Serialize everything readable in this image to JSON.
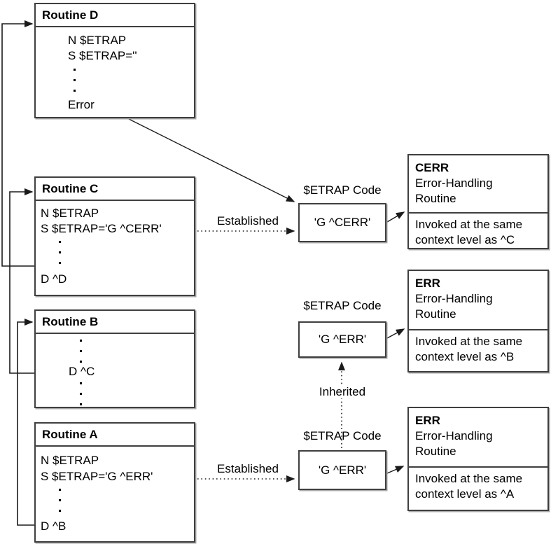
{
  "palette": {
    "background": "#ffffff",
    "border_color": "#3f3f3f",
    "line_color": "#1b1b1b",
    "text_color": "#000000"
  },
  "routines": {
    "d": {
      "title": "Routine D",
      "statement1": "N $ETRAP",
      "statement2": "S $ETRAP=''",
      "statement3": "Error"
    },
    "c": {
      "title": "Routine C",
      "statement1": "N $ETRAP",
      "statement2": "S $ETRAP='G ^CERR'",
      "statement3": "D ^D"
    },
    "b": {
      "title": "Routine B",
      "statement1": "D ^C"
    },
    "a": {
      "title": "Routine A",
      "statement1": "N $ETRAP",
      "statement2": "S $ETRAP='G ^ERR'",
      "statement3": "D ^B"
    }
  },
  "etrap_code": {
    "label_top": "$ETRAP Code",
    "value_top": "'G ^CERR'",
    "label_middle": "$ETRAP Code",
    "value_middle": "'G ^ERR'",
    "label_bottom": "$ETRAP Code",
    "value_bottom": "'G ^ERR'"
  },
  "flow_labels": {
    "established_top": "Established",
    "inherited": "Inherited",
    "established_bottom": "Established"
  },
  "handlers": {
    "cerr": {
      "name": "CERR",
      "role_line1": "Error-Handling",
      "role_line2": "Routine",
      "note_line1": "Invoked at the same",
      "note_line2": "context level as ^C"
    },
    "err_middle": {
      "name": "ERR",
      "role_line1": "Error-Handling",
      "role_line2": "Routine",
      "note_line1": "Invoked at the same",
      "note_line2": "context level as ^B"
    },
    "err_bottom": {
      "name": "ERR",
      "role_line1": "Error-Handling",
      "role_line2": "Routine",
      "note_line1": "Invoked at the same",
      "note_line2": "context level as ^A"
    }
  }
}
